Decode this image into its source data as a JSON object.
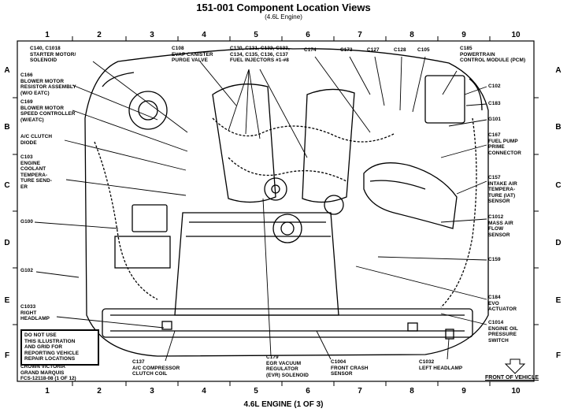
{
  "header": {
    "title": "151-001 Component Location Views",
    "subtitle": "(4.6L Engine)"
  },
  "footer": {
    "title": "4.6L ENGINE (1 OF 3)"
  },
  "grid": {
    "columns": [
      "1",
      "2",
      "3",
      "4",
      "5",
      "6",
      "7",
      "8",
      "9",
      "10"
    ],
    "rows": [
      "A",
      "B",
      "C",
      "D",
      "E",
      "F"
    ]
  },
  "callouts": {
    "c140": "C140, C1018\nSTARTER MOTOR/\nSOLENOID",
    "c166": "C166\nBLOWER MOTOR\nRESISTOR ASSEMBLY\n(W/O EATC)",
    "c169": "C169\nBLOWER MOTOR\nSPEED CONTROLLER\n(W/EATC)",
    "ac_clutch_diode": "A/C CLUTCH\nDIODE",
    "c103": "C103\nENGINE\nCOOLANT\nTEMPERA-\nTURE SEND-\nER",
    "g100": "G100",
    "g102": "G102",
    "c1033": "C1033\nRIGHT\nHEADLAMP",
    "c108": "C108\nEVAP CANISTER\nPURGE VALVE",
    "c130": "C130, C131, C132, C133,\nC134, C135, C136, C137\nFUEL INJECTORS #1-#8",
    "c174": "C174",
    "c173": "C173",
    "c127": "C127",
    "c128": "C128",
    "c105": "C105",
    "c185": "C185\nPOWERTRAIN\nCONTROL MODULE (PCM)",
    "c102": "C102",
    "c183": "C183",
    "g101": "G101",
    "c167": "C167\nFUEL PUMP\nPRIME\nCONNECTOR",
    "c157": "C157\nINTAKE AIR\nTEMPERA-\nTURE (IAT)\nSENSOR",
    "c1012": "C1012\nMASS AIR\nFLOW\nSENSOR",
    "c159": "C159",
    "c184": "C184\nEVO\nACTUATOR",
    "c1014": "C1014\nENGINE OIL\nPRESSURE\nSWITCH",
    "c137": "C137\nA/C COMPRESSOR\nCLUTCH COIL",
    "c179": "C179\nEGR VACUUM\nREGULATOR\n(EVR) SOLENOID",
    "c1004": "C1004\nFRONT CRASH\nSENSOR",
    "c1032": "C1032\nLEFT HEADLAMP"
  },
  "note": "DO NOT USE\nTHIS ILLUSTRATION\nAND GRID FOR\nREPORTING VEHICLE\nREPAIR LOCATIONS",
  "vehicle": "CROWN VICTORIA\nGRAND MARQUIS\nFCS-12118-08 (1 OF 12)",
  "front_of_vehicle": "FRONT OF VEHICLE"
}
